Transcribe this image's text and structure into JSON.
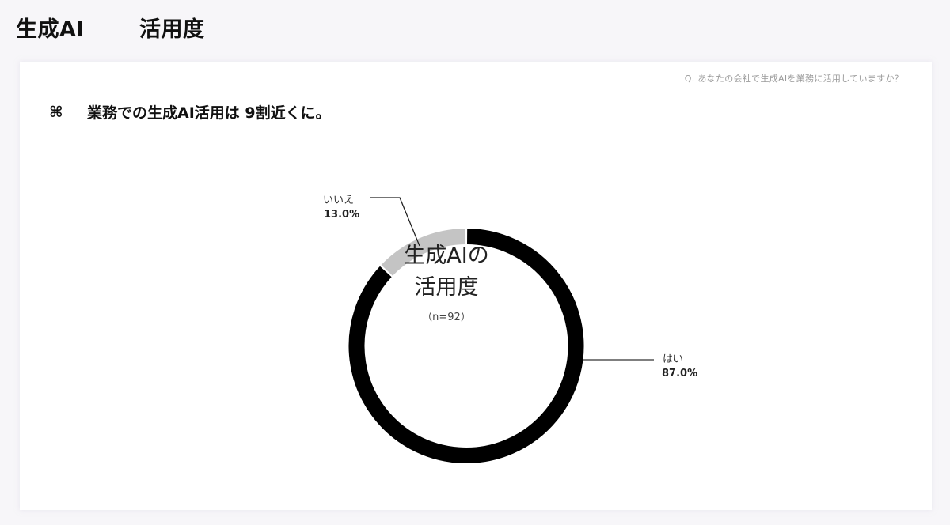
{
  "header": {
    "category": "生成AI",
    "section": "活用度"
  },
  "card": {
    "question": "Q.  あなたの会社で生成AIを業務に活用していますか？",
    "headline_icon": "⌘",
    "headline": "業務での生成AI活用は 9割近くに。"
  },
  "chart_center": {
    "line1": "生成AIの",
    "line2": "活用度",
    "n": "（n=92）"
  },
  "labels": {
    "no_label": "いいえ",
    "no_pct": "13.0%",
    "yes_label": "はい",
    "yes_pct": "87.0%"
  },
  "colors": {
    "yes": "#000000",
    "no": "#c4c4c4",
    "background": "#f7f6f9",
    "card": "#ffffff"
  },
  "chart_data": {
    "type": "pie",
    "variant": "donut",
    "title": "生成AIの活用度",
    "subtitle": "（n=92）",
    "question": "あなたの会社で生成AIを業務に活用していますか？",
    "categories": [
      "はい",
      "いいえ"
    ],
    "values": [
      87.0,
      13.0
    ],
    "unit": "%",
    "colors": [
      "#000000",
      "#c4c4c4"
    ],
    "start_angle": "12 o'clock, clockwise",
    "legend": "callout labels",
    "n": 92
  }
}
